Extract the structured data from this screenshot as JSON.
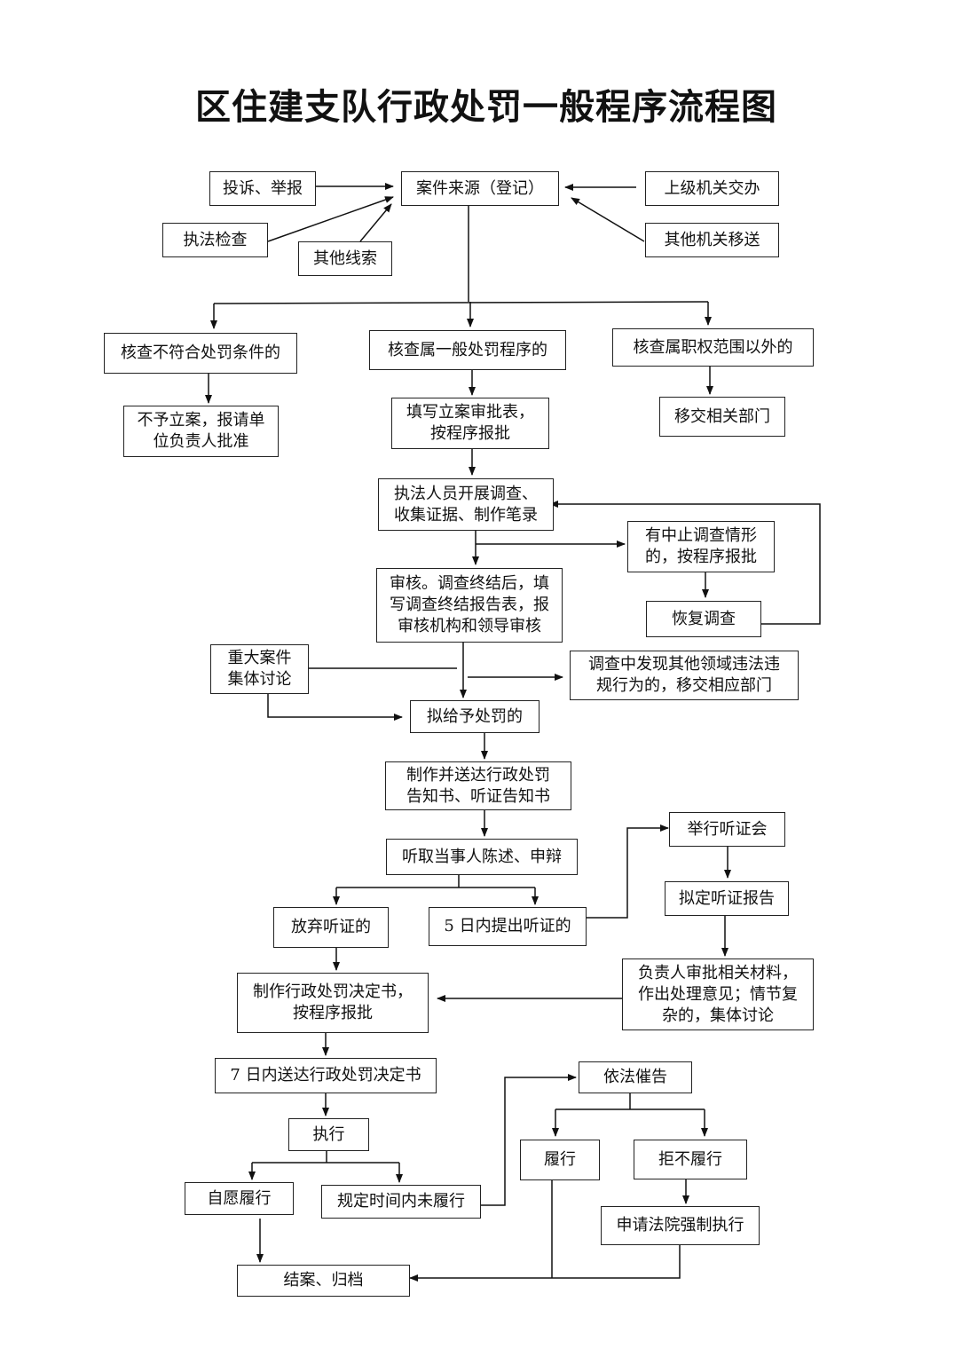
{
  "title": "区住建支队行政处罚一般程序流程图",
  "nodes": {
    "complaint": "投诉、举报",
    "case_source": "案件来源（登记）",
    "superior": "上级机关交办",
    "inspection": "执法检查",
    "other_clues": "其他线索",
    "other_transfer": "其他机关移送",
    "not_meet": "核查不符合处罚条件的",
    "general_proc": "核查属一般处罚程序的",
    "outside_scope": "核查属职权范围以外的",
    "no_filing": "不予立案，报请单\n位负责人批准",
    "fill_approval": "填写立案审批表，\n按程序报批",
    "transfer_dept": "移交相关部门",
    "investigate": "执法人员开展调查、\n收集证据、制作笔录",
    "suspend": "有中止调查情形\n的，按程序报批",
    "review": "审核。调查终结后，填\n写调查终结报告表，报\n审核机构和领导审核",
    "resume": "恢复调查",
    "major_case": "重大案件\n集体讨论",
    "other_violation": "调查中发现其他领域违法违\n规行为的，移交相应部门",
    "intend_penalty": "拟给予处罚的",
    "notice": "制作并送达行政处罚\n告知书、听证告知书",
    "hear_statement": "听取当事人陈述、申辩",
    "hold_hearing": "举行听证会",
    "waive_hearing": "放弃听证的",
    "request_hearing": "5 日内提出听证的",
    "hearing_report": "拟定听证报告",
    "decision": "制作行政处罚决定书，\n按程序报批",
    "leader_review": "负责人审批相关材料，\n作出处理意见；情节复\n杂的，集体讨论",
    "deliver_7days": "7 日内送达行政处罚决定书",
    "urge": "依法催告",
    "execute": "执行",
    "perform": "履行",
    "refuse": "拒不履行",
    "voluntary": "自愿履行",
    "overdue": "规定时间内未履行",
    "court": "申请法院强制执行",
    "close_archive": "结案、归档"
  }
}
